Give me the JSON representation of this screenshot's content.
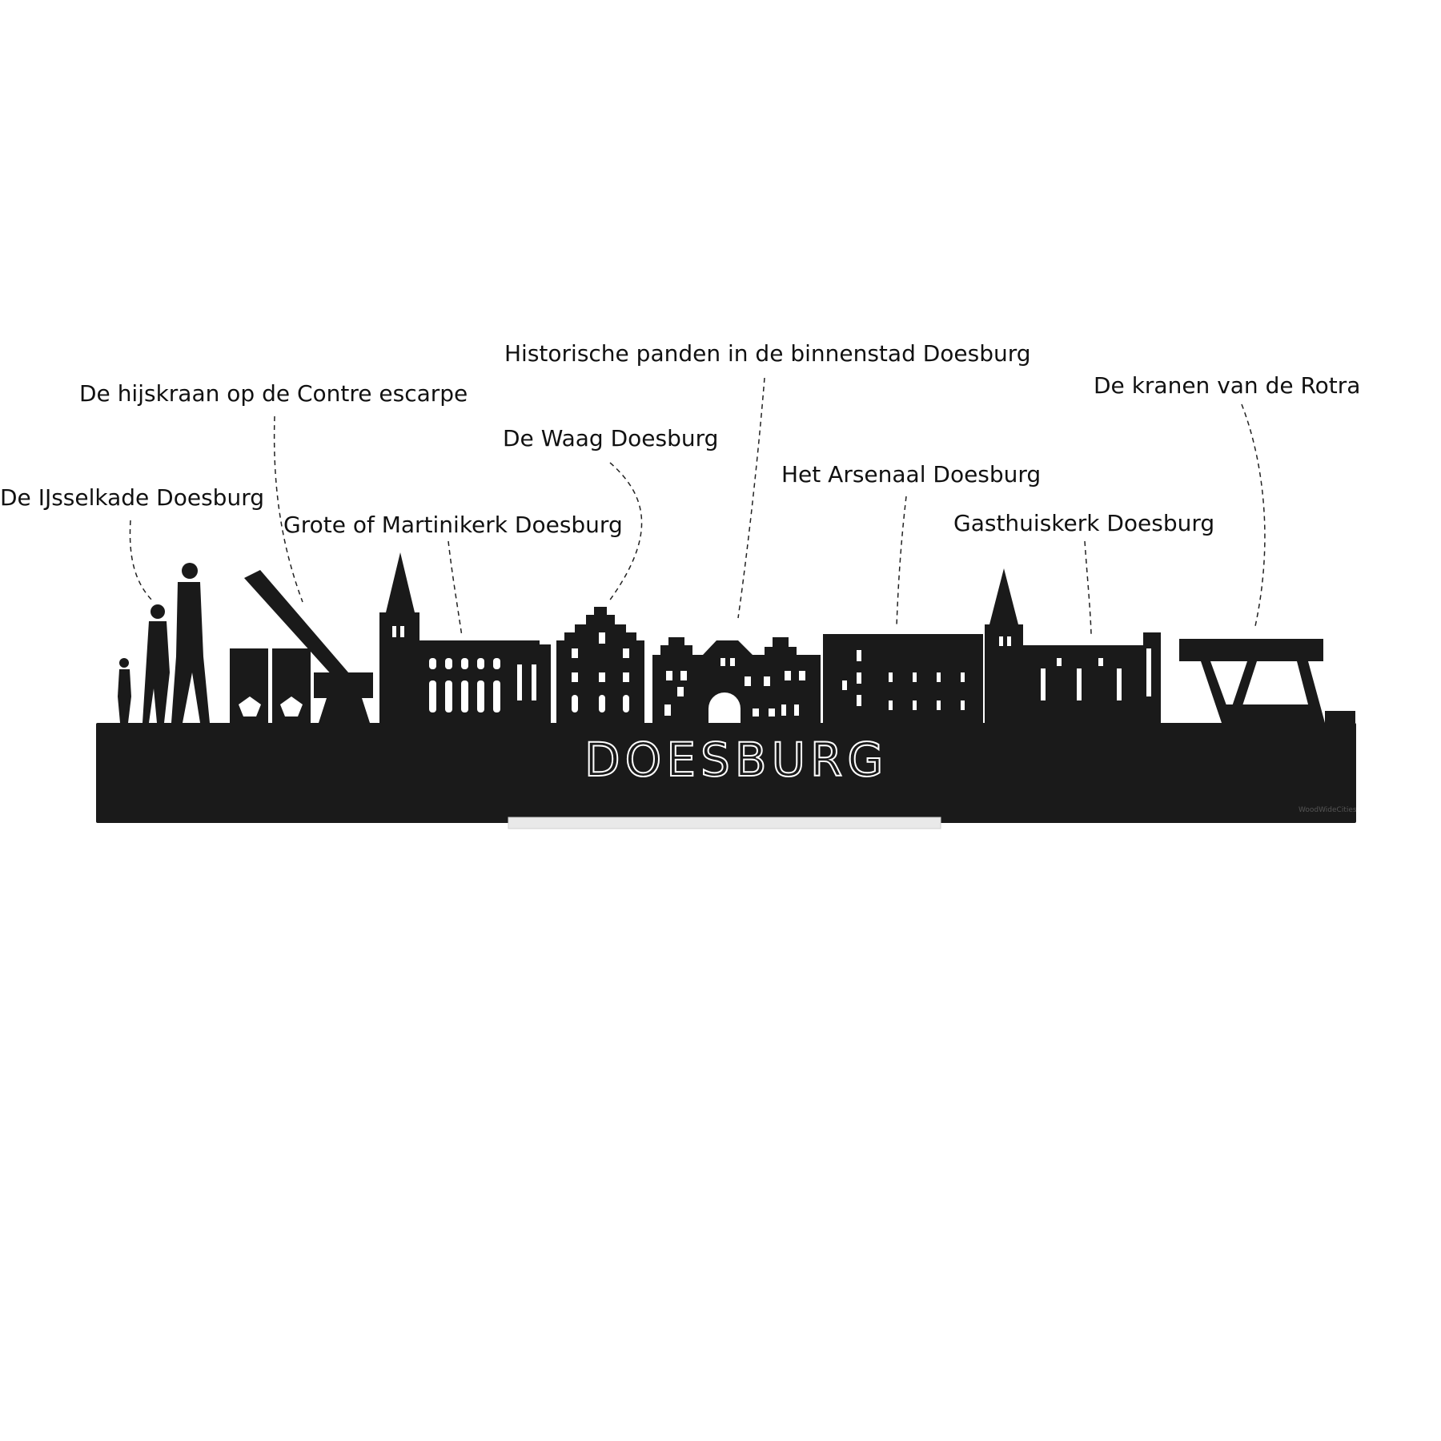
{
  "labels": {
    "ijsselkade": "De IJsselkade Doesburg",
    "hijskraan": "De hijskraan op de Contre escarpe",
    "martinikerk": "Grote of Martinikerk Doesburg",
    "waag": "De Waag Doesburg",
    "historische": "Historische panden in de binnenstad Doesburg",
    "arsenaal": "Het Arsenaal Doesburg",
    "gasthuiskerk": "Gasthuiskerk Doesburg",
    "kranen": "De kranen van de Rotra"
  },
  "wordmark": "DOESBURG",
  "brand": "WoodWideCities",
  "colors": {
    "silhouette": "#1a1a1a",
    "background": "#ffffff",
    "text": "#111111"
  }
}
